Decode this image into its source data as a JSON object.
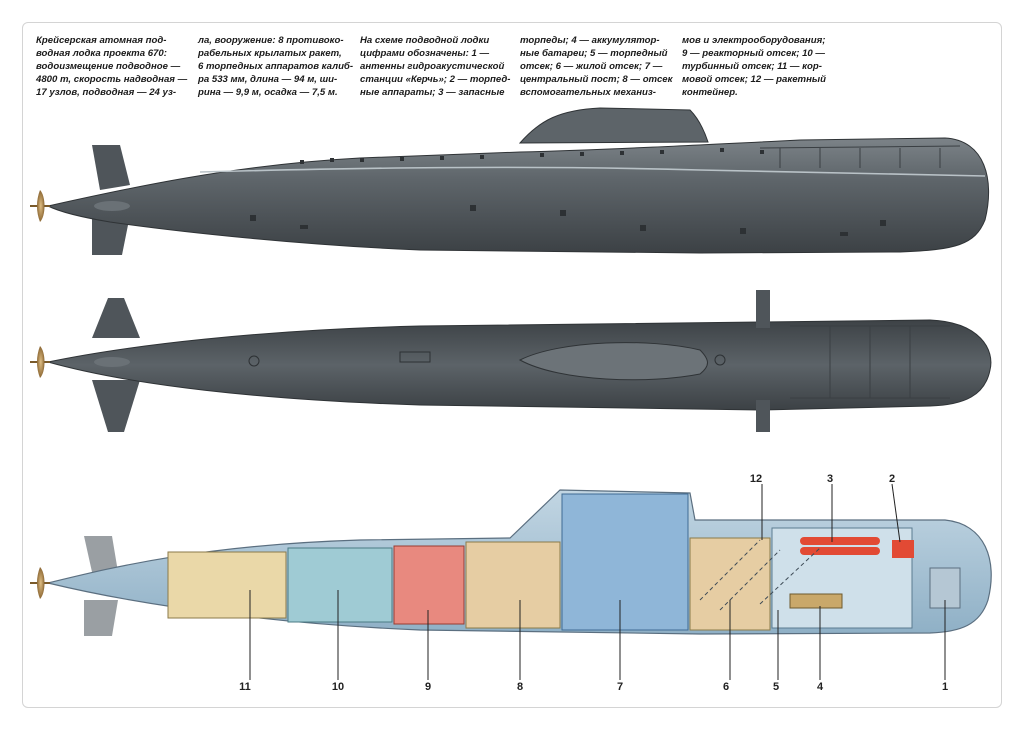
{
  "caption": {
    "col1": [
      "Крейсерская атомная под-",
      "водная лодка проекта 670:",
      "водоизмещение подводное —",
      "4800 т, скорость надводная —",
      "17 узлов, подводная — 24 уз-"
    ],
    "col2": [
      "ла, вооружение: 8 противоко-",
      "рабельных крылатых ракет,",
      "6 торпедных аппаратов калиб-",
      "ра 533 мм, длина — 94 м, ши-",
      "рина — 9,9 м, осадка — 7,5 м."
    ],
    "col3": [
      "На схеме подводной лодки",
      "цифрами обозначены: 1 —",
      "антенны гидроакустической",
      "станции «Керчь»; 2 — торпед-",
      "ные аппараты; 3 — запасные"
    ],
    "col4": [
      "торпеды; 4 — аккумулятор-",
      "ные батареи; 5 — торпедный",
      "отсек; 6 — жилой отсек; 7 —",
      "центральный пост; 8 — отсек",
      "вспомогательных механиз-"
    ],
    "col5": [
      "мов и электрооборудования;",
      "9 — реакторный отсек; 10 —",
      "турбинный отсек; 11 — кор-",
      "мовой отсек; 12 — ракетный",
      "контейнер."
    ]
  },
  "callouts": [
    "11",
    "10",
    "9",
    "8",
    "7",
    "6",
    "5",
    "4",
    "1",
    "12",
    "3",
    "2"
  ],
  "colors": {
    "hull": "#5a6065",
    "hull_dark": "#3f4448",
    "hull_light": "#7c8388",
    "section_water": "#a9c4d6",
    "aft_compartment": "#ead8a8",
    "turbine": "#9fcbd4",
    "reactor": "#e8897f",
    "aux": "#e6cda3",
    "central": "#8fb6d8",
    "forward": "#cfe0ea",
    "torpedo": "#e24a34",
    "propeller": "#b08a55"
  }
}
